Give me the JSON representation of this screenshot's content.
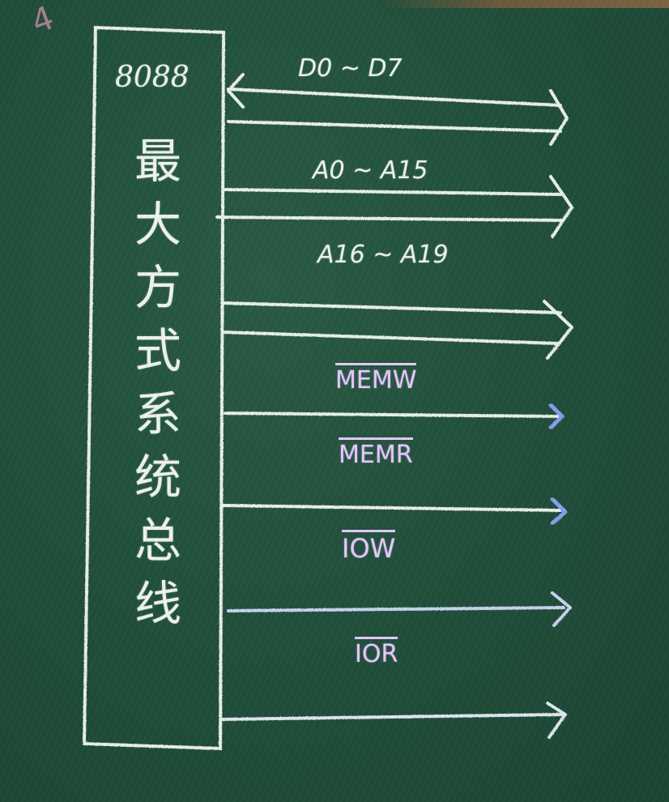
{
  "board": {
    "corner_mark": "4",
    "cpu_title": "8088",
    "cpu_mode_chars": [
      "最",
      "大",
      "方",
      "式",
      "系",
      "统",
      "总",
      "线"
    ]
  },
  "buses": [
    {
      "label": "D0 ~ D7",
      "color": "white",
      "overbar": false,
      "bidirectional": true
    },
    {
      "label": "A0 ~ A15",
      "color": "white",
      "overbar": false,
      "bidirectional": false
    },
    {
      "label": "A16 ~ A19",
      "color": "white",
      "overbar": false,
      "bidirectional": false
    },
    {
      "label": "MEMW",
      "color": "purple",
      "overbar": true,
      "bidirectional": false
    },
    {
      "label": "MEMR",
      "color": "purple",
      "overbar": true,
      "bidirectional": false
    },
    {
      "label": "IOW",
      "color": "purple",
      "overbar": true,
      "bidirectional": false
    },
    {
      "label": "IOR",
      "color": "purple",
      "overbar": true,
      "bidirectional": false
    }
  ],
  "colors": {
    "chalkboard": "#21503b",
    "chalk_white": "#eef3ee",
    "chalk_purple": "#e8c8ff",
    "arrowhead_blue": "#8a9cf0"
  }
}
